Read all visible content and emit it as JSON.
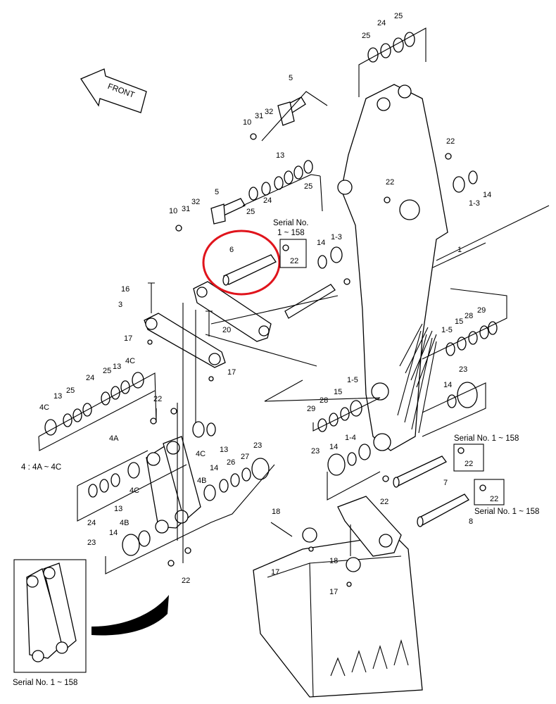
{
  "direction_label": "FRONT",
  "set_note": "4 : 4A ~ 4C",
  "serial_notes": {
    "pin6": [
      "Serial No.",
      "1 ~ 158"
    ],
    "pin7": "Serial No. 1 ~ 158",
    "pin8": "Serial No. 1 ~ 158",
    "inset": "Serial No. 1 ~ 158"
  },
  "highlight": {
    "part": "6",
    "color": "#e0141c"
  },
  "callouts": {
    "c1": "1",
    "c1_3a": "1-3",
    "c1_3b": "1-3",
    "c1_4": "1-4",
    "c1_5a": "1-5",
    "c1_5b": "1-5",
    "c3": "3",
    "c4A": "4A",
    "c4B": "4B",
    "c4Ba": "4B",
    "c4C_top": "4C",
    "c4C_left": "4C",
    "c4C_mid": "4C",
    "c4C_low": "4C",
    "c5a": "5",
    "c5b": "5",
    "c6": "6",
    "c7": "7",
    "c8": "8",
    "c10a": "10",
    "c10b": "10",
    "c13a": "13",
    "c13b": "13",
    "c13c": "13",
    "c13d": "13",
    "c13e": "13",
    "c14a": "14",
    "c14b": "14",
    "c14c": "14",
    "c14d": "14",
    "c14e": "14",
    "c14f": "14",
    "c15a": "15",
    "c15b": "15",
    "c16": "16",
    "c17a": "17",
    "c17b": "17",
    "c17c": "17",
    "c17d": "17",
    "c18a": "18",
    "c18b": "18",
    "c20": "20",
    "c22a": "22",
    "c22b": "22",
    "c22c": "22",
    "c22d": "22",
    "c22e": "22",
    "c22f": "22",
    "c22g": "22",
    "c22h": "22",
    "c23a": "23",
    "c23b": "23",
    "c23c": "23",
    "c23d": "23",
    "c24a": "24",
    "c24b": "24",
    "c24c": "24",
    "c24d": "24",
    "c25a": "25",
    "c25b": "25",
    "c25c": "25",
    "c25d": "25",
    "c25e": "25",
    "c25f": "25",
    "c26": "26",
    "c27": "27",
    "c28a": "28",
    "c28b": "28",
    "c29a": "29",
    "c29b": "29",
    "c31a": "31",
    "c31b": "31",
    "c32a": "32",
    "c32b": "32"
  }
}
